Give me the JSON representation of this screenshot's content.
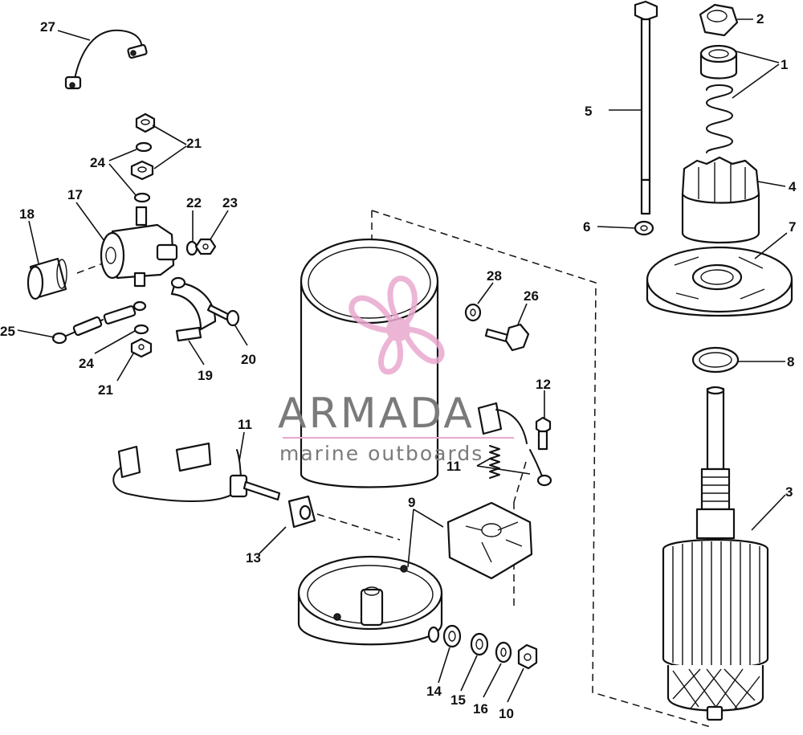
{
  "diagram": {
    "labels": [
      {
        "id": "27",
        "text": "27"
      },
      {
        "id": "21a",
        "text": "21"
      },
      {
        "id": "24a",
        "text": "24"
      },
      {
        "id": "17",
        "text": "17"
      },
      {
        "id": "18",
        "text": "18"
      },
      {
        "id": "22",
        "text": "22"
      },
      {
        "id": "23",
        "text": "23"
      },
      {
        "id": "25",
        "text": "25"
      },
      {
        "id": "24b",
        "text": "24"
      },
      {
        "id": "21b",
        "text": "21"
      },
      {
        "id": "19",
        "text": "19"
      },
      {
        "id": "20",
        "text": "20"
      },
      {
        "id": "11a",
        "text": "11"
      },
      {
        "id": "13",
        "text": "13"
      },
      {
        "id": "28",
        "text": "28"
      },
      {
        "id": "26",
        "text": "26"
      },
      {
        "id": "12",
        "text": "12"
      },
      {
        "id": "11b",
        "text": "11"
      },
      {
        "id": "9",
        "text": "9"
      },
      {
        "id": "14",
        "text": "14"
      },
      {
        "id": "15",
        "text": "15"
      },
      {
        "id": "16",
        "text": "16"
      },
      {
        "id": "10",
        "text": "10"
      },
      {
        "id": "5",
        "text": "5"
      },
      {
        "id": "2",
        "text": "2"
      },
      {
        "id": "1",
        "text": "1"
      },
      {
        "id": "4",
        "text": "4"
      },
      {
        "id": "6",
        "text": "6"
      },
      {
        "id": "7",
        "text": "7"
      },
      {
        "id": "8",
        "text": "8"
      },
      {
        "id": "3",
        "text": "3"
      }
    ]
  },
  "watermark": {
    "brand": "ARMADA",
    "tagline": "marine outboards",
    "color": "#e9a9cf"
  }
}
